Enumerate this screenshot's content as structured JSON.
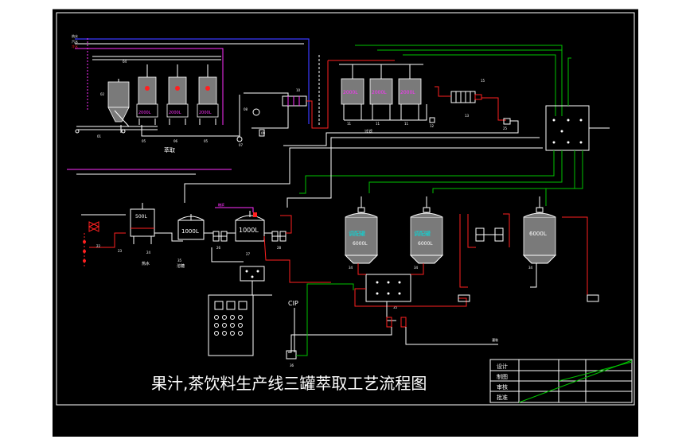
{
  "title": "果汁,茶饮料生产线三罐萃取工艺流程图",
  "colors": {
    "background": "#000000",
    "frame": "#ffffff",
    "green": "#00c400",
    "red": "#ff2020",
    "magenta": "#ff30ff",
    "blue": "#3a3aff",
    "yellow": "#ffff00",
    "cyan": "#00e0e0",
    "tank_fill": "#7a7a7a"
  },
  "extraction": {
    "tank_labels": [
      "2000L",
      "2000L",
      "2000L"
    ],
    "section_label": "萃取",
    "numbers": [
      "04",
      "05",
      "06",
      "07",
      "08",
      "09",
      "10",
      "02",
      "01",
      "03"
    ],
    "inlet_labels": [
      "热水",
      "汽水",
      "冷水"
    ]
  },
  "storage": {
    "tank_labels": [
      "2000L",
      "2000L",
      "2000L"
    ],
    "section_label": "过滤",
    "numbers": [
      "11",
      "11",
      "11",
      "12",
      "13",
      "25",
      "15"
    ]
  },
  "water": {
    "tank_label": "500L",
    "section_label": "热水",
    "numbers": [
      "22",
      "23",
      "24"
    ]
  },
  "sugar": {
    "tank_labels": [
      "1000L",
      "1000L"
    ],
    "section_label": "溶糖",
    "top_label": "糖浆",
    "numbers": [
      "35",
      "26",
      "27",
      "28"
    ]
  },
  "blending": {
    "tanks": [
      {
        "name": "调配罐",
        "volume": "6000L"
      },
      {
        "name": "调配罐",
        "volume": "6000L"
      },
      {
        "name": "",
        "volume": "6000L"
      }
    ],
    "numbers": [
      "34",
      "34",
      "34",
      "35"
    ],
    "outlet_label": "灌装"
  },
  "cip_label": "CIP",
  "cip_number": "36",
  "title_block": {
    "rows": [
      "设计",
      "制图",
      "审核",
      "批准"
    ]
  }
}
